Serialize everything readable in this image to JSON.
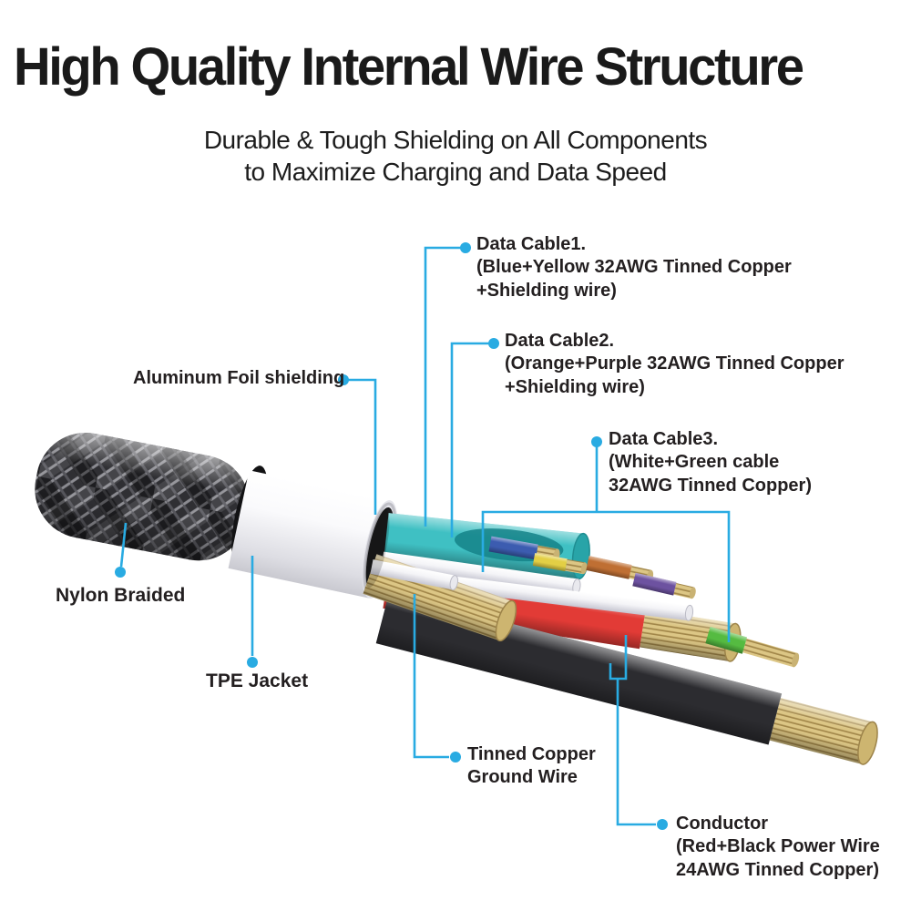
{
  "header": {
    "title": "High Quality Internal Wire Structure",
    "subtitle_line1": "Durable & Tough Shielding on All Components",
    "subtitle_line2": "to Maximize Charging and Data Speed"
  },
  "callouts": {
    "data_cable1": {
      "name": "Data Cable1.",
      "detail1": "(Blue+Yellow 32AWG Tinned Copper",
      "detail2": " +Shielding wire)"
    },
    "data_cable2": {
      "name": "Data Cable2.",
      "detail1": "(Orange+Purple 32AWG Tinned Copper",
      "detail2": " +Shielding wire)"
    },
    "data_cable3": {
      "name": "Data Cable3.",
      "detail1": "(White+Green cable",
      "detail2": " 32AWG Tinned Copper)"
    },
    "aluminum_foil": {
      "name": "Aluminum Foil shielding"
    },
    "nylon_braided": {
      "name": "Nylon Braided"
    },
    "tpe_jacket": {
      "name": "TPE Jacket"
    },
    "ground_wire": {
      "name": "Tinned Copper",
      "detail1": "Ground Wire"
    },
    "conductor": {
      "name": "Conductor",
      "detail1": "(Red+Black Power Wire",
      "detail2": "24AWG Tinned Copper)"
    }
  },
  "colors": {
    "accent": "#29abe2",
    "text": "#231f20",
    "teal_cable": "#3fc0c3",
    "red_cable": "#e23b36",
    "black_cable": "#2c2c30",
    "copper": "#dcc685",
    "green_wire": "#55bb41",
    "orange_wire": "#bf6f33",
    "purple_wire": "#6d52a0",
    "blue_wire": "#3c5cb0",
    "yellow_wire": "#e3cf45",
    "white_wire": "#f2f2f4",
    "tpe_jacket": "#f7f7f9",
    "nylon_braid": "#3a3a3e"
  }
}
